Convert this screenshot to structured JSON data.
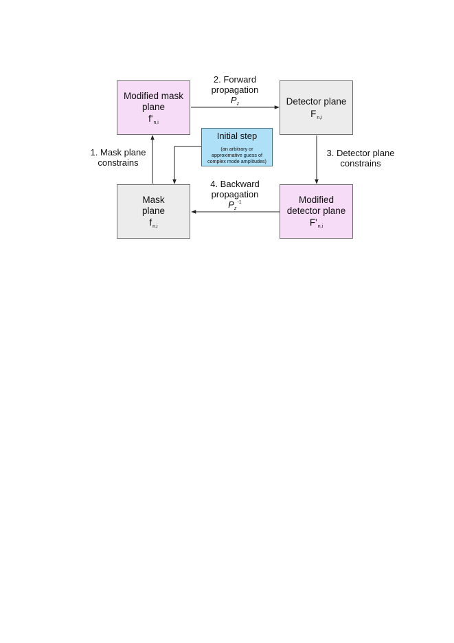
{
  "diagram": {
    "boxes": {
      "modified_mask": {
        "title": "Modified mask\nplane",
        "symbol": "f'",
        "subscript": "n,i"
      },
      "detector": {
        "title": "Detector plane",
        "symbol": "F",
        "subscript": "n,i"
      },
      "mask": {
        "title": "Mask\nplane",
        "symbol": "f",
        "subscript": "n,i"
      },
      "modified_detector": {
        "title": "Modified\ndetector plane",
        "symbol": "F'",
        "subscript": "n,i"
      },
      "initial_step": {
        "title": "Initial step",
        "note": "(an arbitrary or\napproximative guess of\ncomplex mode amplitudes)"
      }
    },
    "steps": {
      "forward": {
        "label": "2. Forward\npropagation",
        "symbol": "P",
        "subscript": "z"
      },
      "detector_constrains": {
        "label": "3. Detector plane\nconstrains"
      },
      "backward": {
        "label": "4. Backward\npropagation",
        "symbol": "P",
        "subscript": "z",
        "superscript": "-1"
      },
      "mask_constrains": {
        "label": "1. Mask plane\nconstrains"
      }
    },
    "colors": {
      "modified_box": "#f6dcf6",
      "plane_box": "#ececec",
      "initial_box": "#aee0f7",
      "arrow": "#222222"
    }
  }
}
